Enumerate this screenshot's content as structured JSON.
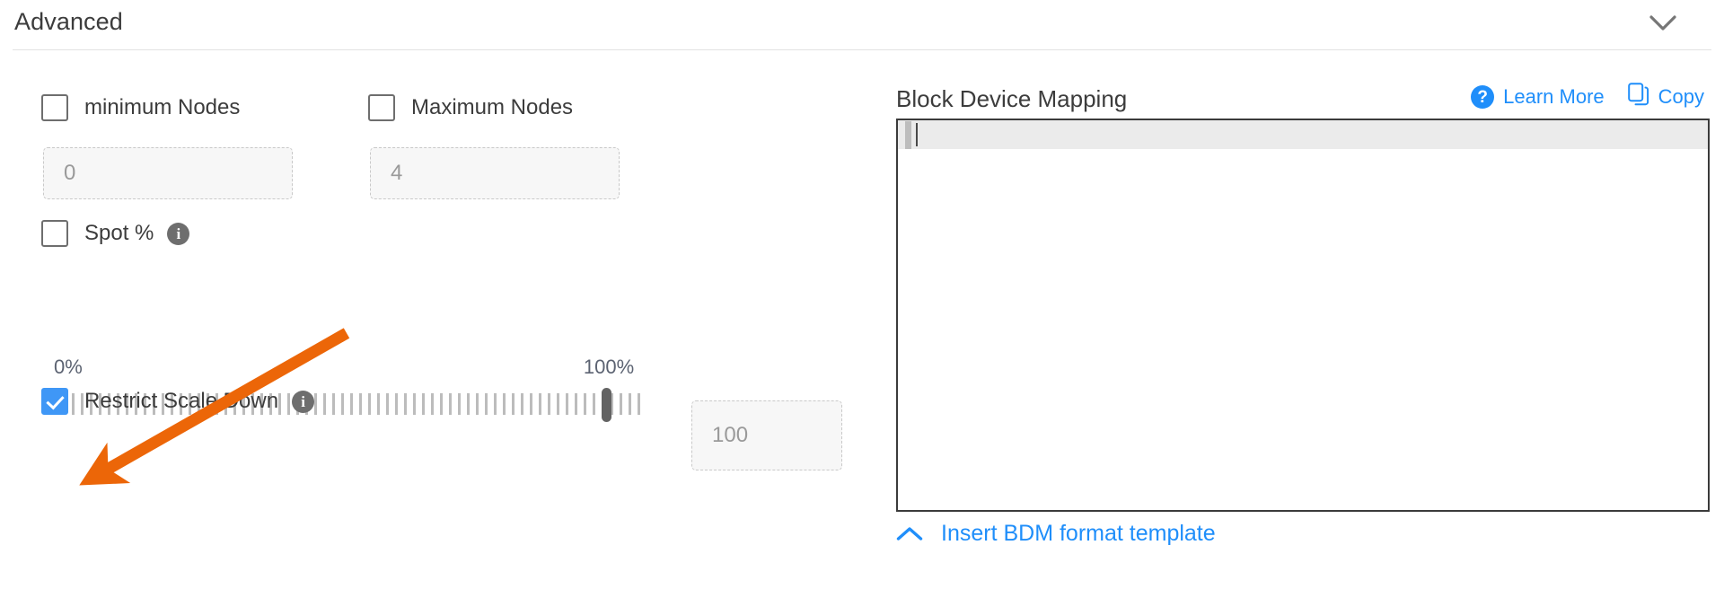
{
  "header": {
    "title": "Advanced",
    "collapse_icon": "chevron-down-icon"
  },
  "left_panel": {
    "min_nodes": {
      "checkbox_label": "minimum Nodes",
      "checked": false,
      "input_value": "0"
    },
    "max_nodes": {
      "checkbox_label": "Maximum Nodes",
      "checked": false,
      "input_value": "4"
    },
    "spot": {
      "checkbox_label": "Spot %",
      "checked": false,
      "info_icon": "info-icon",
      "info_glyph": "i"
    },
    "slider": {
      "min_label": "0%",
      "max_label": "100%",
      "value": 100,
      "value_box": "100"
    },
    "restrict_scale_down": {
      "checkbox_label": "Restrict Scale Down",
      "checked": true,
      "info_icon": "info-icon",
      "info_glyph": "i"
    }
  },
  "right_panel": {
    "title": "Block Device Mapping",
    "learn_more": {
      "label": "Learn More",
      "icon": "help-circle-icon",
      "glyph": "?"
    },
    "copy": {
      "label": "Copy",
      "icon": "copy-icon"
    },
    "editor": {
      "content": "",
      "active_line": 1
    },
    "insert_template": {
      "label": "Insert BDM format template",
      "icon": "chevron-up-icon"
    }
  },
  "annotation": {
    "type": "arrow",
    "color": "#ec6608",
    "points_to": "restrict-scale-down-checkbox"
  },
  "colors": {
    "accent_blue": "#1f8efa",
    "checkbox_checked": "#3f97f6",
    "text_primary": "#3c3c3c",
    "text_muted": "#9a9a9a",
    "slider_tick": "#bcbcbc",
    "slider_thumb": "#636363",
    "annotation_orange": "#ec6608"
  }
}
